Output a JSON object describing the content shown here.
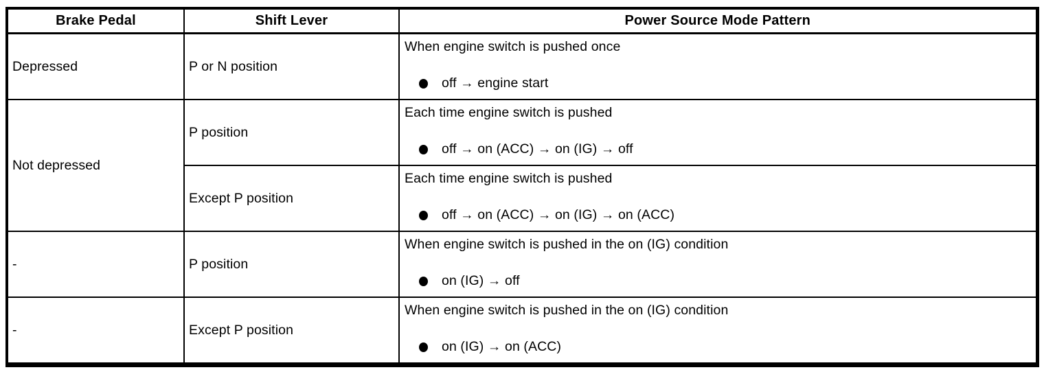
{
  "colors": {
    "border": "#000000",
    "background": "#ffffff",
    "text": "#000000"
  },
  "table": {
    "headers": [
      "Brake Pedal",
      "Shift Lever",
      "Power Source Mode Pattern"
    ],
    "rows": [
      {
        "brake_pedal": "Depressed",
        "shift_lever": "P or N position",
        "condition": "When engine switch is pushed once",
        "sequence": "off → engine start"
      },
      {
        "brake_pedal": "Not depressed",
        "shift_lever": "P position",
        "condition": "Each time engine switch is pushed",
        "sequence": "off → on (ACC) → on (IG) → off"
      },
      {
        "shift_lever": "Except P position",
        "condition": "Each time engine switch is pushed",
        "sequence": "off → on (ACC) → on (IG) → on (ACC)"
      },
      {
        "brake_pedal": "-",
        "shift_lever": "P position",
        "condition": "When engine switch is pushed in the on (IG) condition",
        "sequence": "on (IG) → off"
      },
      {
        "brake_pedal": "-",
        "shift_lever": "Except P position",
        "condition": "When engine switch is pushed in the on (IG) condition",
        "sequence": "on (IG) → on (ACC)"
      }
    ]
  }
}
